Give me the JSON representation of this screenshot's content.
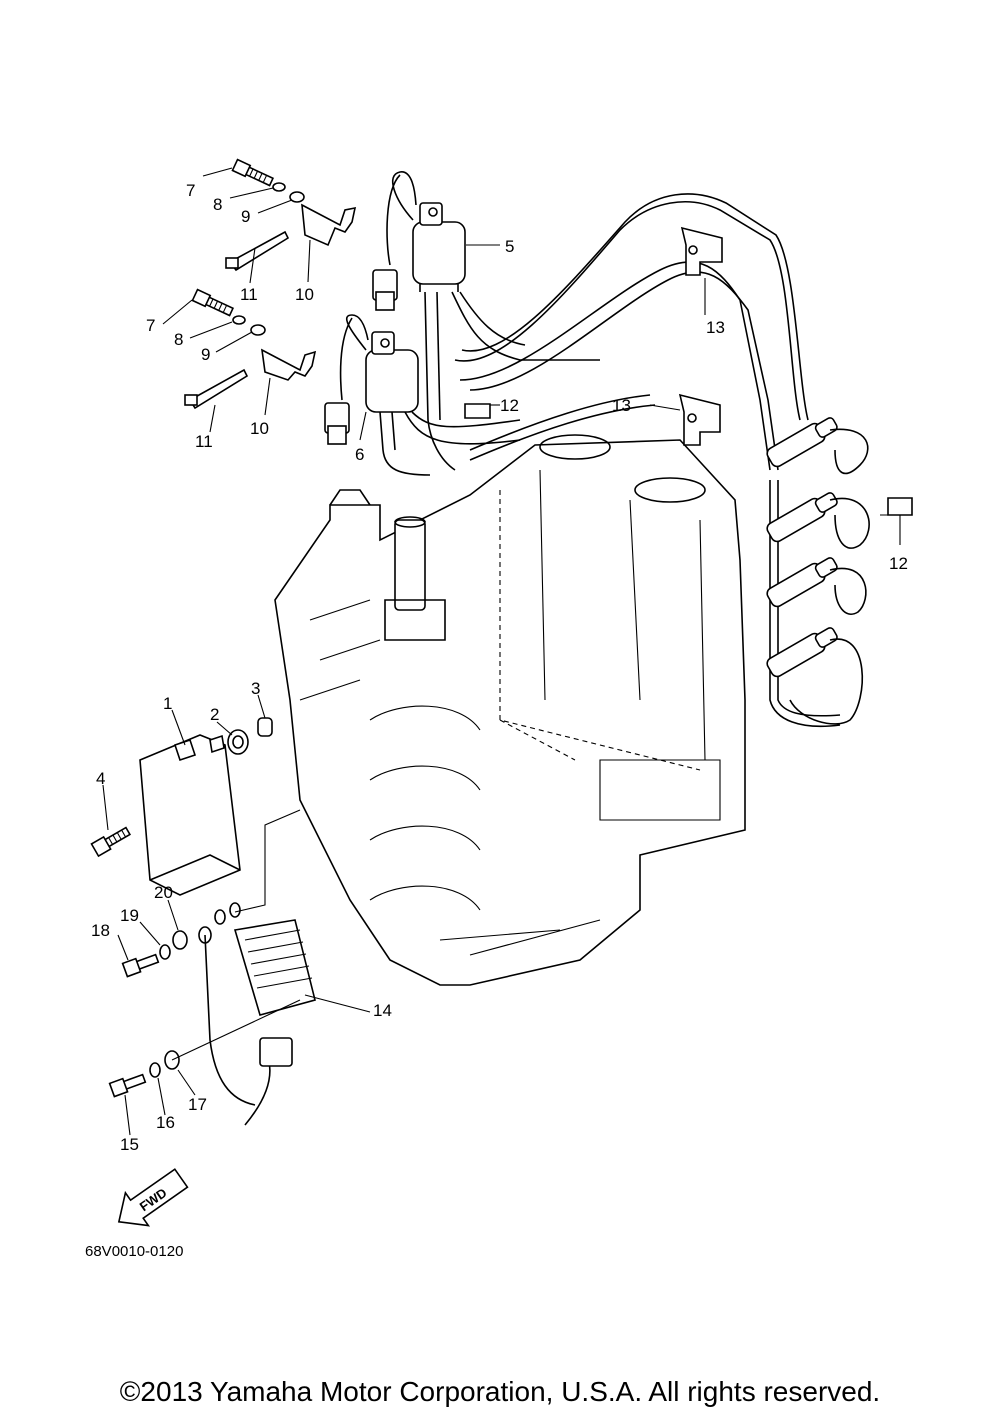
{
  "diagram": {
    "part_numbers": [
      "1",
      "2",
      "3",
      "4",
      "5",
      "6",
      "7",
      "8",
      "9",
      "10",
      "11",
      "12",
      "13",
      "14",
      "15",
      "16",
      "17",
      "18",
      "19",
      "20"
    ],
    "callouts": {
      "c1": "1",
      "c2": "2",
      "c3": "3",
      "c4": "4",
      "c5": "5",
      "c6": "6",
      "c7a": "7",
      "c7b": "7",
      "c8a": "8",
      "c8b": "8",
      "c9a": "9",
      "c9b": "9",
      "c10a": "10",
      "c10b": "10",
      "c11a": "11",
      "c11b": "11",
      "c12a": "12",
      "c12b": "12",
      "c13a": "13",
      "c13b": "13",
      "c14": "14",
      "c15": "15",
      "c16": "16",
      "c17": "17",
      "c18": "18",
      "c19": "19",
      "c20": "20"
    },
    "fwd_arrow_text": "FWD",
    "drawing_code": "68V0010-0120"
  },
  "footer": {
    "copyright": "©2013 Yamaha Motor Corporation, U.S.A. All rights reserved."
  }
}
